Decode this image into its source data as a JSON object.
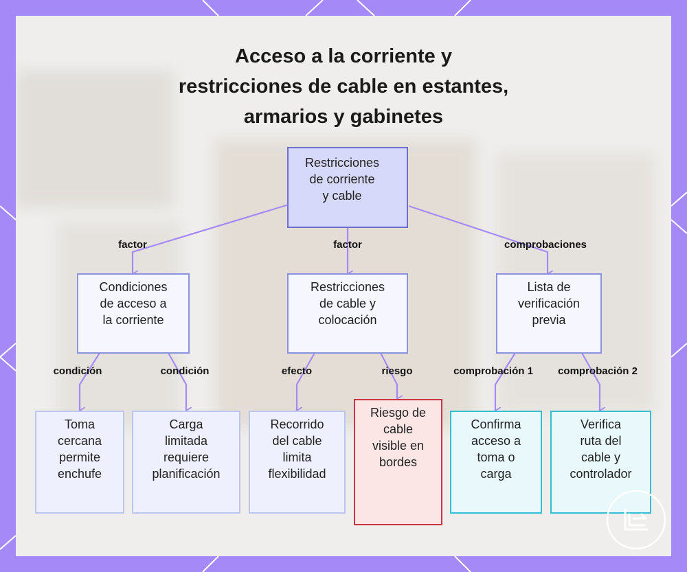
{
  "title": {
    "lines": [
      "Acceso a la corriente y",
      "restricciones de cable en estantes,",
      "armarios y gabinetes"
    ]
  },
  "nodes": {
    "root": [
      "Restricciones",
      "de corriente",
      "y cable"
    ],
    "power": [
      "Condiciones",
      "de acceso a",
      "la corriente"
    ],
    "cable": [
      "Restricciones",
      "de cable y",
      "colocación"
    ],
    "checklist": [
      "Lista de",
      "verificación",
      "previa"
    ],
    "outlet": [
      "Toma",
      "cercana",
      "permite",
      "enchufe"
    ],
    "load": [
      "Carga",
      "limitada",
      "requiere",
      "planificación"
    ],
    "route": [
      "Recorrido",
      "del cable",
      "limita",
      "flexibilidad"
    ],
    "risk": [
      "Riesgo de",
      "cable",
      "visible en",
      "bordes"
    ],
    "confirm": [
      "Confirma",
      "acceso a",
      "toma o",
      "carga"
    ],
    "verify": [
      "Verifica",
      "ruta del",
      "cable y",
      "controlador"
    ]
  },
  "edge_labels": {
    "factor_left": "factor",
    "factor_center": "factor",
    "checks": "comprobaciones",
    "condition_1": "condición",
    "condition_2": "condición",
    "effect": "efecto",
    "risk": "riesgo",
    "check_1": "comprobación 1",
    "check_2": "comprobación 2"
  },
  "colors": {
    "frame": "#a58af7",
    "edge": "#a58af7",
    "root_fill": "#d7d9fb",
    "risk_border": "#c9343e",
    "check_border": "#33bfd1"
  },
  "icons": {
    "logo": "brand-logo-icon"
  }
}
